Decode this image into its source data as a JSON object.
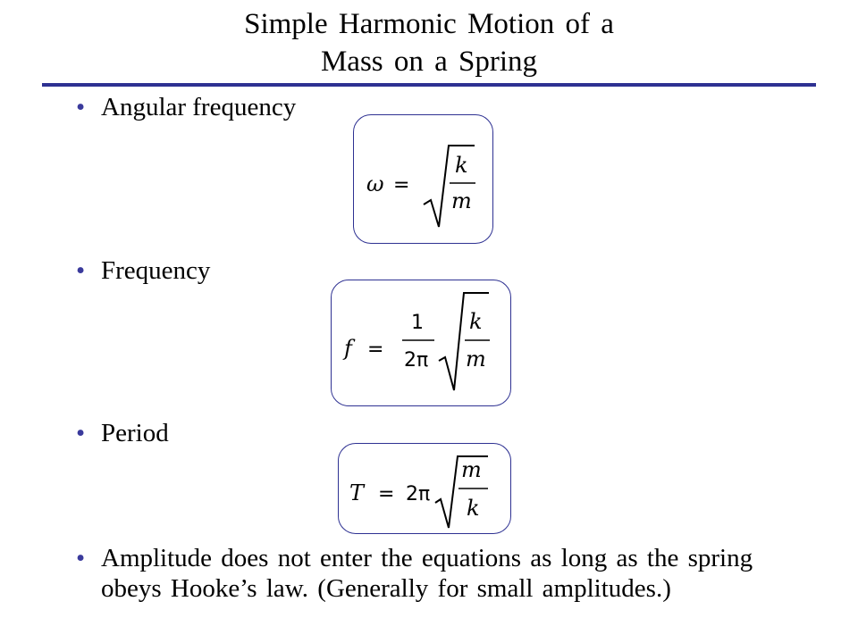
{
  "slide": {
    "title_line1": "Simple Harmonic Motion of a",
    "title_line2": "Mass on a Spring",
    "bullets": [
      {
        "text": "Angular frequency"
      },
      {
        "text": "Frequency"
      },
      {
        "text": "Period"
      },
      {
        "text": "Amplitude does not enter the equations as long as the spring obeys Hooke’s law. (Generally for small amplitudes.)"
      }
    ],
    "bullet_glyph": "•",
    "formulas": {
      "angular": {
        "lhs": "ω",
        "eq": "=",
        "num": "k",
        "den": "m"
      },
      "frequency": {
        "lhs": "f",
        "eq": "=",
        "one": "1",
        "two_pi": "2π",
        "num": "k",
        "den": "m"
      },
      "period": {
        "lhs": "T",
        "eq": "=",
        "coef": "2π",
        "num": "m",
        "den": "k"
      }
    }
  },
  "colors": {
    "accent": "#2e3192",
    "bullet": "#3a3a9c"
  }
}
